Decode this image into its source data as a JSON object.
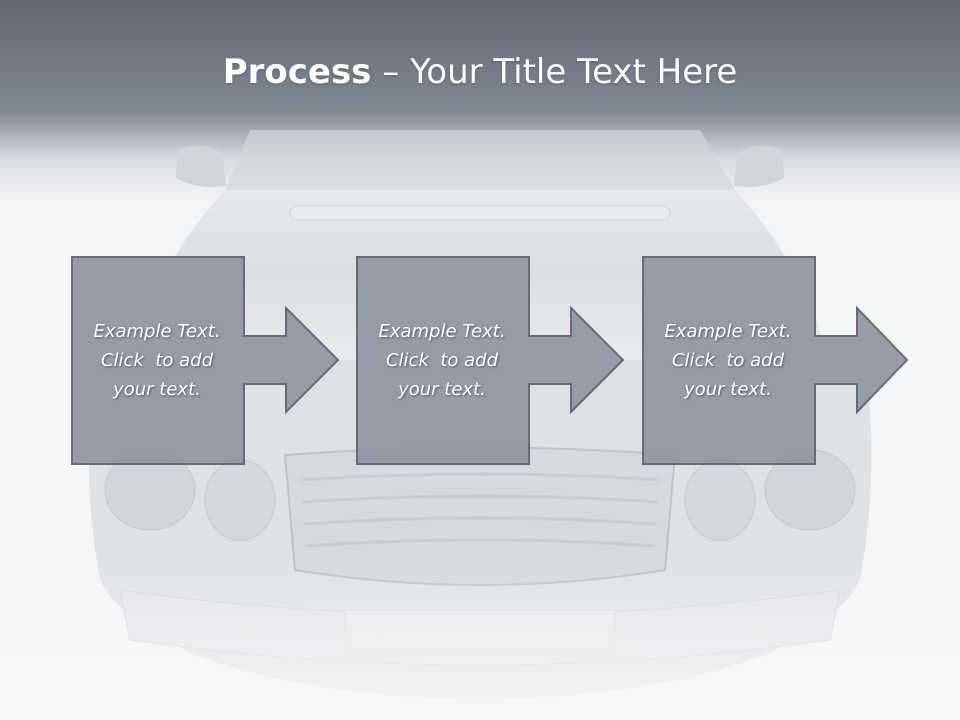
{
  "title": {
    "bold": "Process",
    "rest": " – Your Title Text Here"
  },
  "steps": [
    {
      "line1": "Example Text.",
      "line2": "Click  to add",
      "line3": "your text."
    },
    {
      "line1": "Example Text.",
      "line2": "Click  to add",
      "line3": "your text."
    },
    {
      "line1": "Example Text.",
      "line2": "Click  to add",
      "line3": "your text."
    }
  ],
  "colors": {
    "header_top": "#5f6772",
    "box_fill": "#8f97a2",
    "box_stroke": "#5c6470",
    "text": "#ffffff"
  }
}
